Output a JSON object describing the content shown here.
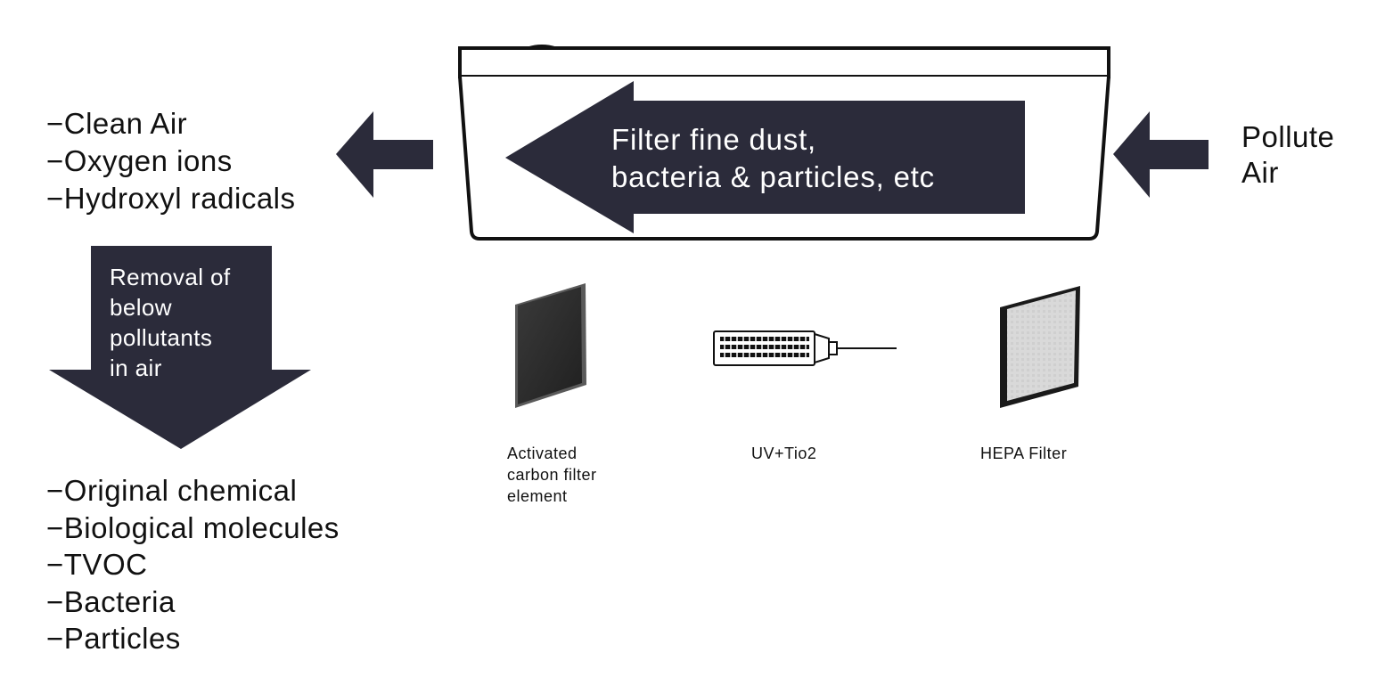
{
  "input": {
    "label_lines": [
      "Pollute",
      "Air"
    ]
  },
  "purifier": {
    "stage_text_lines": [
      "Filter fine dust,",
      "bacteria & particles, etc"
    ]
  },
  "output": {
    "items": [
      "−Clean Air",
      "−Oxygen ions",
      "−Hydroxyl radicals"
    ]
  },
  "removal": {
    "text_lines": [
      "Removal of",
      "below",
      "pollutants",
      "in air"
    ]
  },
  "pollutants": {
    "items": [
      "−Original chemical",
      "−Biological molecules",
      "−TVOC",
      "−Bacteria",
      "−Particles"
    ]
  },
  "components": [
    {
      "icon": "carbon-filter-icon",
      "label_lines": [
        "Activated",
        "carbon filter",
        "element"
      ]
    },
    {
      "icon": "uv-lamp-icon",
      "label_lines": [
        "UV+Tio2"
      ]
    },
    {
      "icon": "hepa-filter-icon",
      "label_lines": [
        "HEPA Filter"
      ]
    }
  ],
  "colors": {
    "arrow": "#2b2b3a",
    "outline": "#111111",
    "background": "#ffffff"
  }
}
